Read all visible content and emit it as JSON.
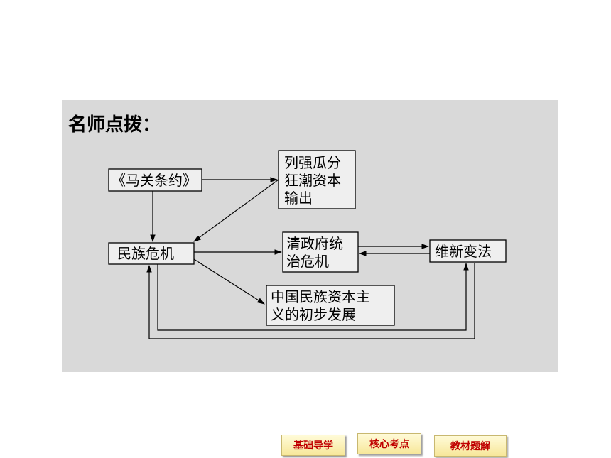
{
  "panel": {
    "title": "名师点拨："
  },
  "diagram": {
    "nodes": {
      "treaty": {
        "lines": [
          "《马关条约》"
        ]
      },
      "partition": {
        "lines": [
          "列强瓜分",
          "狂潮资本",
          "输出"
        ]
      },
      "crisis": {
        "lines": [
          "民族危机"
        ]
      },
      "qing": {
        "lines": [
          "清政府统",
          "治危机"
        ]
      },
      "reform": {
        "lines": [
          "维新变法"
        ]
      },
      "capitalism": {
        "lines": [
          "中国民族资本主",
          "义的初步发展"
        ]
      }
    }
  },
  "nav": {
    "basic": "基础导学",
    "core": "核心考点",
    "textbook": "教材题解"
  }
}
